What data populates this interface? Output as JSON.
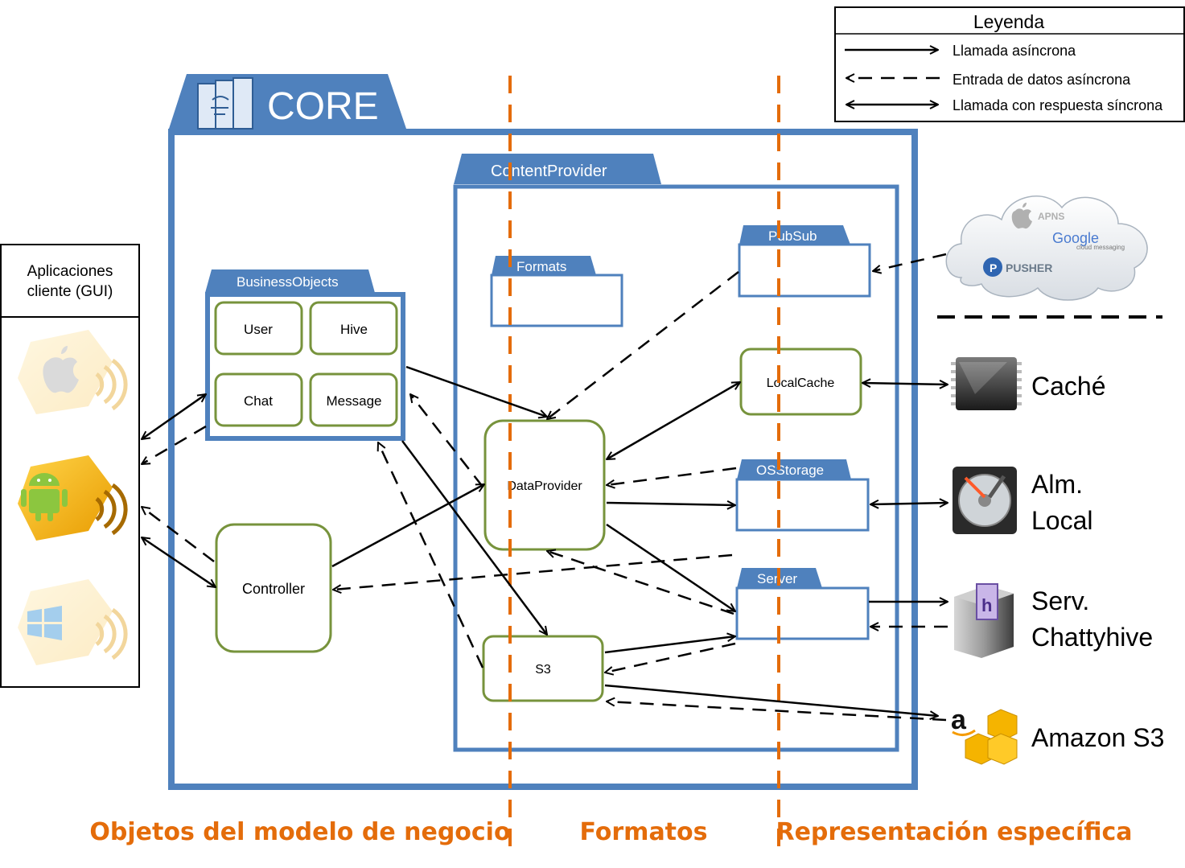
{
  "legend": {
    "title": "Leyenda",
    "items": [
      {
        "label": "Llamada asíncrona",
        "style": "solid-single-arrow"
      },
      {
        "label": "Entrada de datos asíncrona",
        "style": "dashed-single-arrow"
      },
      {
        "label": "Llamada con respuesta síncrona",
        "style": "solid-double-arrow"
      }
    ]
  },
  "core": {
    "title": "CORE",
    "icon": "java-books-icon"
  },
  "content_provider": {
    "title": "ContentProvider"
  },
  "business_objects": {
    "title": "BusinessObjects",
    "items": [
      "User",
      "Hive",
      "Chat",
      "Message"
    ]
  },
  "components": {
    "controller": "Controller",
    "data_provider": "DataProvider",
    "s3": "S3",
    "local_cache": "LocalCache"
  },
  "folders": {
    "formats": "Formats",
    "pubsub": "PubSub",
    "osstorage": "OSStorage",
    "server": "Server"
  },
  "client_apps": {
    "title_line1": "Aplicaciones",
    "title_line2": "cliente (GUI)",
    "platforms": [
      "apple-icon",
      "android-icon",
      "windows-icon"
    ]
  },
  "cloud": {
    "services": [
      "APNS",
      "Google",
      "cloud messaging",
      "PUSHER"
    ]
  },
  "external": {
    "cache": {
      "label": "Caché",
      "icon": "memory-chip-icon"
    },
    "storage": {
      "line1": "Alm.",
      "line2": "Local",
      "icon": "hard-disk-icon"
    },
    "server": {
      "line1": "Serv.",
      "line2": "Chattyhive",
      "icon": "server-icon"
    },
    "amazon": {
      "label": "Amazon S3",
      "icon": "amazon-s3-icon"
    }
  },
  "sections": {
    "left": "Objetos del modelo de negocio",
    "middle": "Formatos",
    "right": "Representación específica"
  },
  "colors": {
    "blue": "#4f81bd",
    "green": "#77933c",
    "orange": "#e46c0a",
    "black": "#000000"
  }
}
